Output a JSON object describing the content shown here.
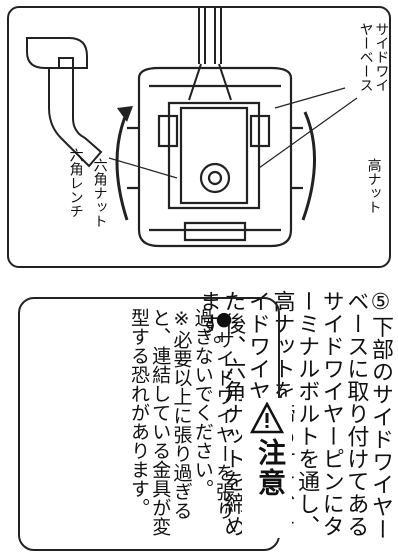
{
  "figure": {
    "labels": {
      "side_wire_base": "サイドワイヤーベース",
      "high_nut": "高ナット",
      "hex_nut": "六角ナット",
      "hex_wrench": "六角レンチ"
    },
    "colors": {
      "line": "#222222",
      "accent": "#444444"
    }
  },
  "instruction": {
    "text": "⑤下部のサイドワイヤーベースに取り付けてあるサイドワイヤーピンにターミナルボルトを通し、高ナットを締め付け、サイドワイヤーを緊張させた後、六角ナットを締めます。"
  },
  "caution": {
    "icon": "warning-triangle-icon",
    "title": "注意",
    "lines": [
      "●サイドワイヤーを張り過ぎないでください。",
      "※必要以上に張り過ぎると、連結している金具が変型する恐れがあります。"
    ]
  }
}
